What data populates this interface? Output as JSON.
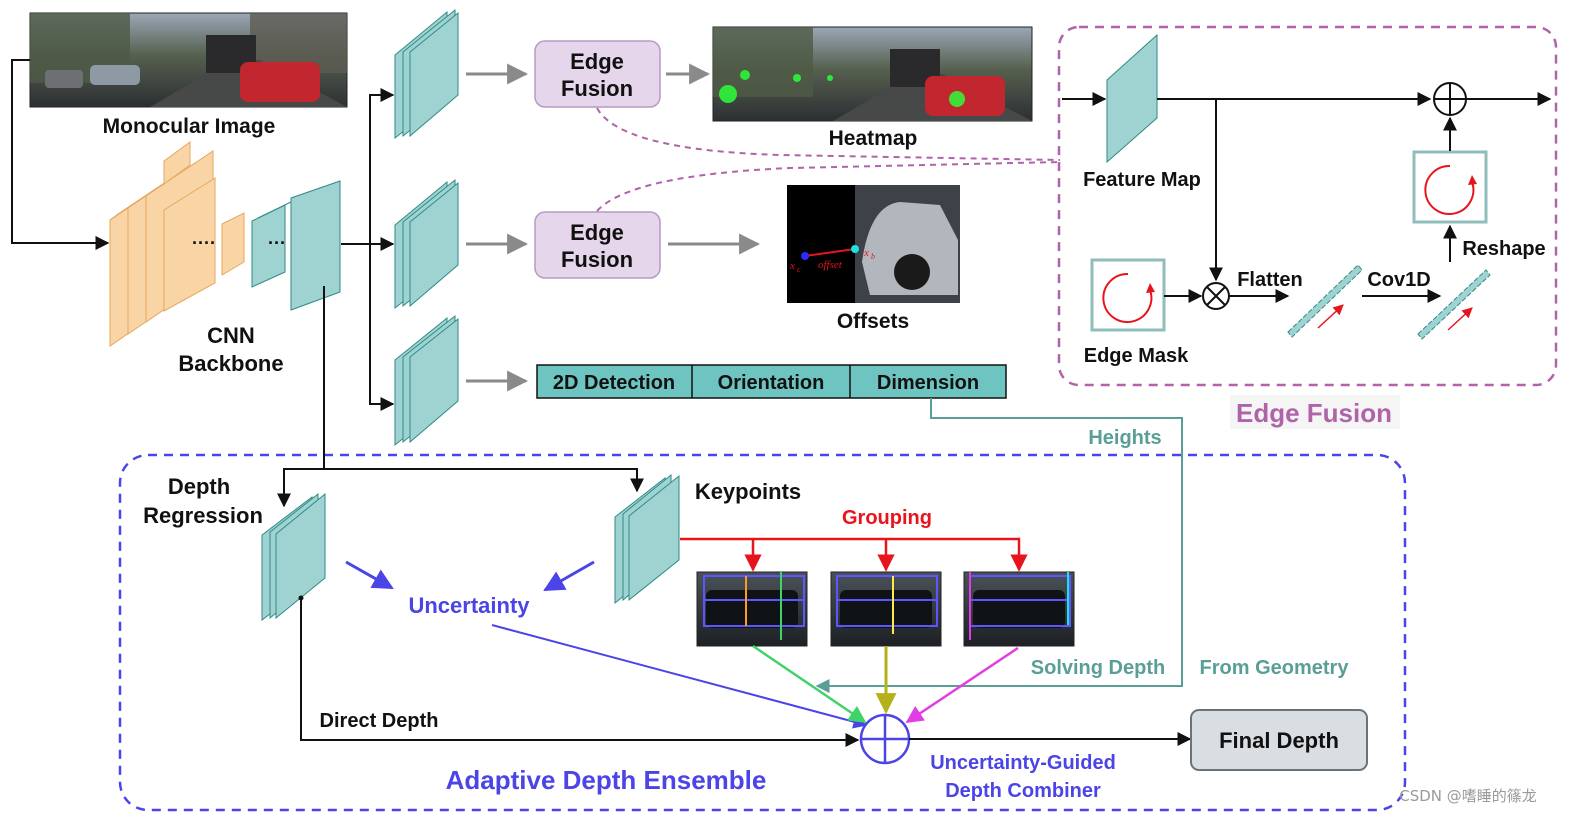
{
  "labels": {
    "monocular_image": "Monocular Image",
    "cnn_line1": "CNN",
    "cnn_line2": "Backbone",
    "dots1": "····",
    "dots2": "···",
    "heatmap": "Heatmap",
    "edge_fusion_1a": "Edge",
    "edge_fusion_1b": "Fusion",
    "edge_fusion_2a": "Edge",
    "edge_fusion_2b": "Fusion",
    "offsets": "Offsets",
    "xc": "x",
    "xc_sub": "c",
    "offset_word": "offset",
    "xb": "x",
    "xb_sub": "b",
    "head_2d": "2D Detection",
    "head_orientation": "Orientation",
    "head_dimension": "Dimension",
    "feature_map": "Feature Map",
    "edge_mask": "Edge Mask",
    "flatten": "Flatten",
    "cov1d": "Cov1D",
    "reshape": "Reshape",
    "edge_fusion_title": "Edge Fusion",
    "heights": "Heights",
    "depth_regression_1": "Depth",
    "depth_regression_2": "Regression",
    "keypoints": "Keypoints",
    "grouping": "Grouping",
    "uncertainty": "Uncertainty",
    "solving_depth": "Solving Depth",
    "from_geometry": "From Geometry",
    "direct_depth": "Direct Depth",
    "final_depth": "Final Depth",
    "combiner_1": "Uncertainty-Guided",
    "combiner_2": "Depth Combiner",
    "ensemble_title": "Adaptive Depth Ensemble",
    "watermark": "CSDN @嗜睡的篠龙"
  },
  "colors": {
    "teal_fill": "#9fd3d1",
    "teal_stroke": "#2f8a86",
    "orange_fill": "#f9d4a4",
    "orange_stroke": "#e6a760",
    "edge_fusion_box": "#e5d6ec",
    "edge_fusion_purple": "#b063a8",
    "ensemble_blue": "#4b44e6",
    "head_teal": "#6ec4c0",
    "heights_teal": "#5a9e98",
    "grouping_red": "#e8141c",
    "final_depth_fill": "#d9dee3"
  },
  "icons": [
    "rotation-arrow-icon",
    "rotation-arrow-icon",
    "add-circle-icon",
    "multiply-circle-icon",
    "add-circle-icon"
  ]
}
